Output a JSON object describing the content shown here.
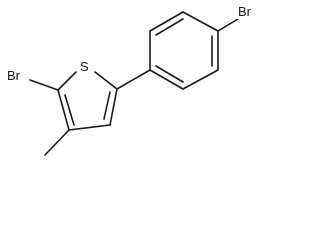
{
  "molecule": {
    "atoms": {
      "br_left": "Br",
      "sulfur": "S",
      "br_right": "Br"
    }
  }
}
